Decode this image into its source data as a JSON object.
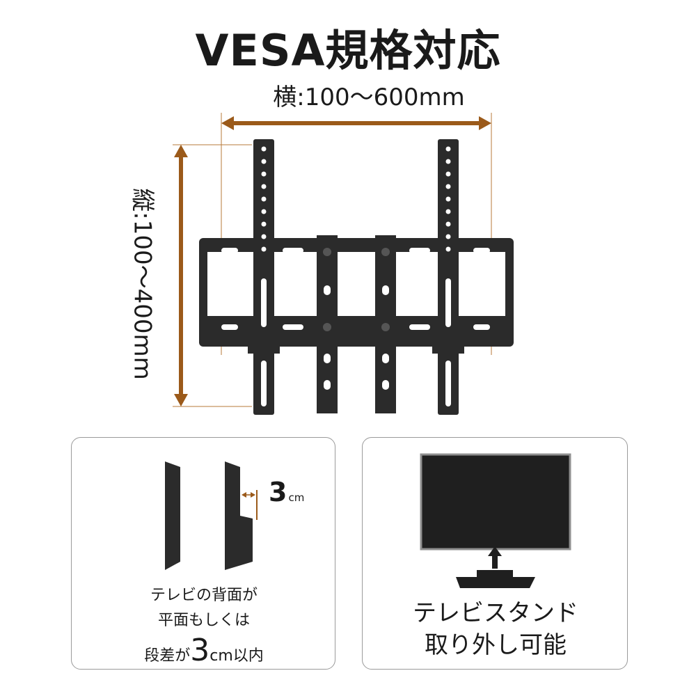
{
  "title": "VESA規格対応",
  "dimensions": {
    "width_label": "横:100～600mm",
    "height_label": "縦:100～400mm"
  },
  "colors": {
    "arrow": "#9b5a1a",
    "bracket": "#2b2b2b",
    "text": "#1a1a1a",
    "card_border": "#9a9a9a"
  },
  "left_card": {
    "gap_value": "3",
    "gap_unit": "cm",
    "condition_line1": "テレビの背面が",
    "condition_line2": "平面もしくは",
    "condition_line3_prefix": "段差が",
    "condition_line3_value": "3",
    "condition_line3_unit": "cm",
    "condition_line3_suffix": "以内"
  },
  "right_card": {
    "line1": "テレビスタンド",
    "line2": "取り外し可能"
  }
}
